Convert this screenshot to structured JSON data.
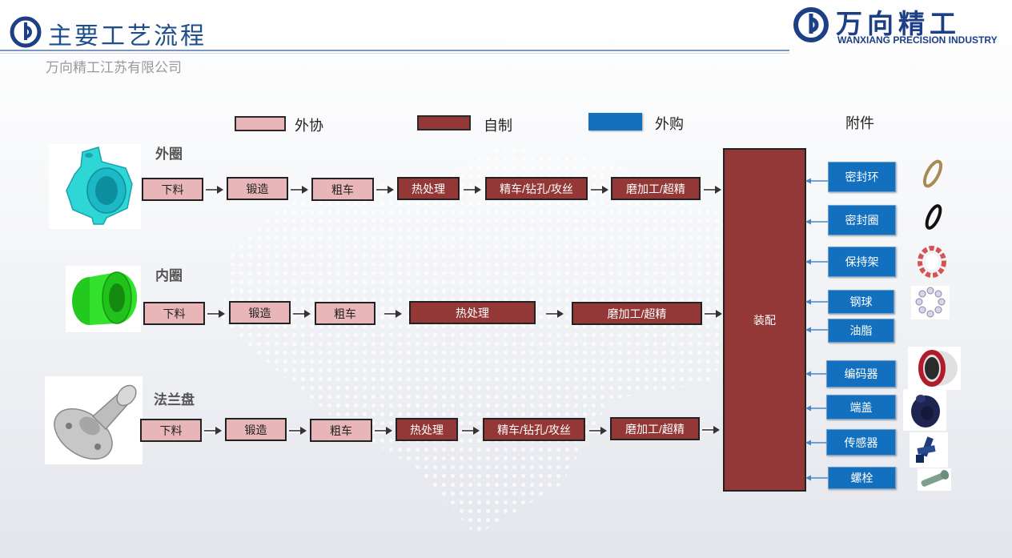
{
  "header": {
    "title": "主要工艺流程",
    "company": "万向精工江苏有限公司",
    "brand_name": "万向精工",
    "brand_en": "WANXIANG PRECISION INDUSTRY"
  },
  "legend": {
    "outsourced": "外协",
    "self_made": "自制",
    "purchased": "外购",
    "accessories": "附件"
  },
  "colors": {
    "outsourced": "#e8b6b8",
    "self_made": "#943737",
    "purchased": "#1370bf"
  },
  "outer_ring": {
    "label": "外圈",
    "steps": [
      "下料",
      "锻造",
      "粗车",
      "热处理",
      "精车/钻孔/攻丝",
      "磨加工/超精"
    ]
  },
  "inner_ring": {
    "label": "内圈",
    "steps": [
      "下料",
      "锻造",
      "粗车",
      "热处理",
      "磨加工/超精"
    ]
  },
  "flange": {
    "label": "法兰盘",
    "steps": [
      "下料",
      "锻造",
      "粗车",
      "热处理",
      "精车/钻孔/攻丝",
      "磨加工/超精"
    ]
  },
  "assembly": "装配",
  "accessories": [
    "密封环",
    "密封圈",
    "保持架",
    "钢球",
    "油脂",
    "编码器",
    "端盖",
    "传感器",
    "螺栓"
  ]
}
